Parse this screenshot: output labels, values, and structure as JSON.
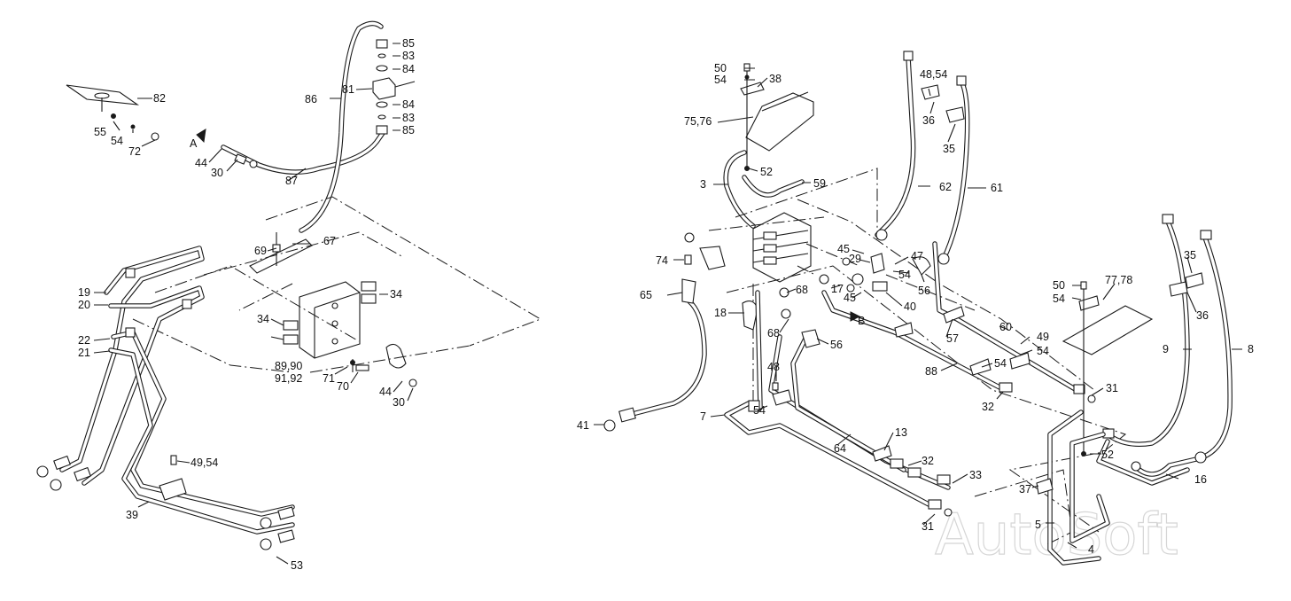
{
  "watermark": "AutoSoft",
  "callouts": [
    {
      "text": "82"
    },
    {
      "text": "55"
    },
    {
      "text": "54"
    },
    {
      "text": "72"
    },
    {
      "text": "A"
    },
    {
      "text": "44"
    },
    {
      "text": "30"
    },
    {
      "text": "87"
    },
    {
      "text": "86"
    },
    {
      "text": "81"
    },
    {
      "text": "85"
    },
    {
      "text": "83"
    },
    {
      "text": "84"
    },
    {
      "text": "84"
    },
    {
      "text": "83"
    },
    {
      "text": "85"
    },
    {
      "text": "69"
    },
    {
      "text": "67"
    },
    {
      "text": "34"
    },
    {
      "text": "34"
    },
    {
      "text": "19"
    },
    {
      "text": "20"
    },
    {
      "text": "22"
    },
    {
      "text": "21"
    },
    {
      "text": "89,90"
    },
    {
      "text": "91,92"
    },
    {
      "text": "71"
    },
    {
      "text": "70"
    },
    {
      "text": "44"
    },
    {
      "text": "30"
    },
    {
      "text": "49,54"
    },
    {
      "text": "39"
    },
    {
      "text": "53"
    },
    {
      "text": "50"
    },
    {
      "text": "54"
    },
    {
      "text": "38"
    },
    {
      "text": "75,76"
    },
    {
      "text": "52"
    },
    {
      "text": "3"
    },
    {
      "text": "59"
    },
    {
      "text": "48,54"
    },
    {
      "text": "36"
    },
    {
      "text": "35"
    },
    {
      "text": "62"
    },
    {
      "text": "61"
    },
    {
      "text": "74"
    },
    {
      "text": "65"
    },
    {
      "text": "18"
    },
    {
      "text": "68"
    },
    {
      "text": "17"
    },
    {
      "text": "45"
    },
    {
      "text": "29"
    },
    {
      "text": "47"
    },
    {
      "text": "54"
    },
    {
      "text": "56"
    },
    {
      "text": "45"
    },
    {
      "text": "40"
    },
    {
      "text": "B"
    },
    {
      "text": "68"
    },
    {
      "text": "56"
    },
    {
      "text": "48"
    },
    {
      "text": "54"
    },
    {
      "text": "7"
    },
    {
      "text": "41"
    },
    {
      "text": "64"
    },
    {
      "text": "13"
    },
    {
      "text": "32"
    },
    {
      "text": "33"
    },
    {
      "text": "31"
    },
    {
      "text": "57"
    },
    {
      "text": "60"
    },
    {
      "text": "49"
    },
    {
      "text": "54"
    },
    {
      "text": "54"
    },
    {
      "text": "88"
    },
    {
      "text": "32"
    },
    {
      "text": "31"
    },
    {
      "text": "50"
    },
    {
      "text": "54"
    },
    {
      "text": "77,78"
    },
    {
      "text": "35"
    },
    {
      "text": "36"
    },
    {
      "text": "9"
    },
    {
      "text": "8"
    },
    {
      "text": "52"
    },
    {
      "text": "16"
    },
    {
      "text": "37"
    },
    {
      "text": "5"
    },
    {
      "text": "4"
    }
  ]
}
